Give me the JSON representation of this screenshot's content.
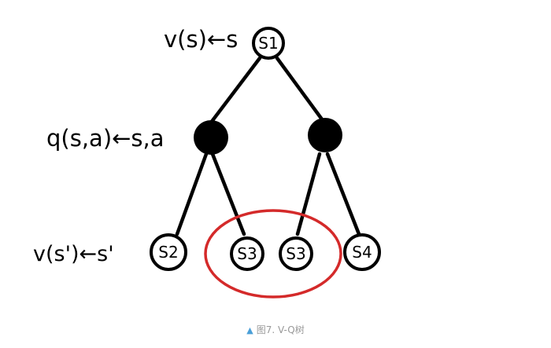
{
  "tree": {
    "levels": [
      {
        "label": "v(s)←s"
      },
      {
        "label": "q(s,a)←s,a"
      },
      {
        "label": "v(s')←s'"
      }
    ],
    "nodes": [
      {
        "id": "root",
        "label": "S1"
      },
      {
        "id": "leaf-1",
        "label": "S2"
      },
      {
        "id": "leaf-2",
        "label": "S3"
      },
      {
        "id": "leaf-3",
        "label": "S3"
      },
      {
        "id": "leaf-4",
        "label": "S4"
      }
    ],
    "highlight_color": "#d42a2a"
  },
  "caption": {
    "icon": "triangle-up-icon",
    "text": "图7. V-Q树"
  }
}
